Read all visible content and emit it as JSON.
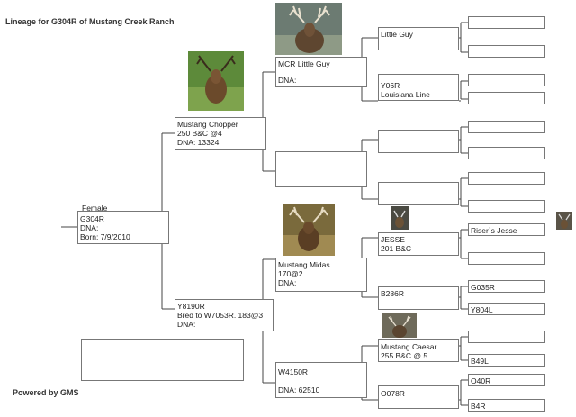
{
  "title": "Lineage for G304R of Mustang Creek Ranch",
  "footer": "Powered by GMS",
  "subject": {
    "sex": "Female",
    "name": "G304R",
    "dna": "DNA:",
    "born": "Born: 7/9/2010"
  },
  "sire": {
    "name": "Mustang Chopper",
    "line2": "250 B&C @4",
    "line3": "DNA: 13324"
  },
  "dam": {
    "name": "Y8190R",
    "line2": "Bred to W7053R. 183@3",
    "line3": "DNA:"
  },
  "sire_sire": {
    "name": "MCR Little Guy",
    "line2": "DNA:"
  },
  "sire_dam": {
    "name": ""
  },
  "dam_sire": {
    "name": "Mustang Midas",
    "line2": "170@2",
    "line3": "DNA:"
  },
  "dam_dam": {
    "name": "W4150R",
    "line2": "DNA: 62510"
  },
  "gen4": {
    "ss_s": "Little Guy",
    "ss_d": "Y06R",
    "ss_d_line2": "Louisiana Line",
    "ds_s": "JESSE",
    "ds_s_line2": "201 B&C",
    "ds_d": "B286R",
    "dd_s": "Mustang Caesar",
    "dd_s_line2": "255 B&C @ 5",
    "dd_d": "O078R"
  },
  "gen5": {
    "jesse_sire": "Riser`s Jesse",
    "b286_sire": "G035R",
    "b286_dam": "Y804L",
    "caesar_dam": "B49L",
    "o078_sire": "O40R",
    "o078_dam": "B4R"
  }
}
